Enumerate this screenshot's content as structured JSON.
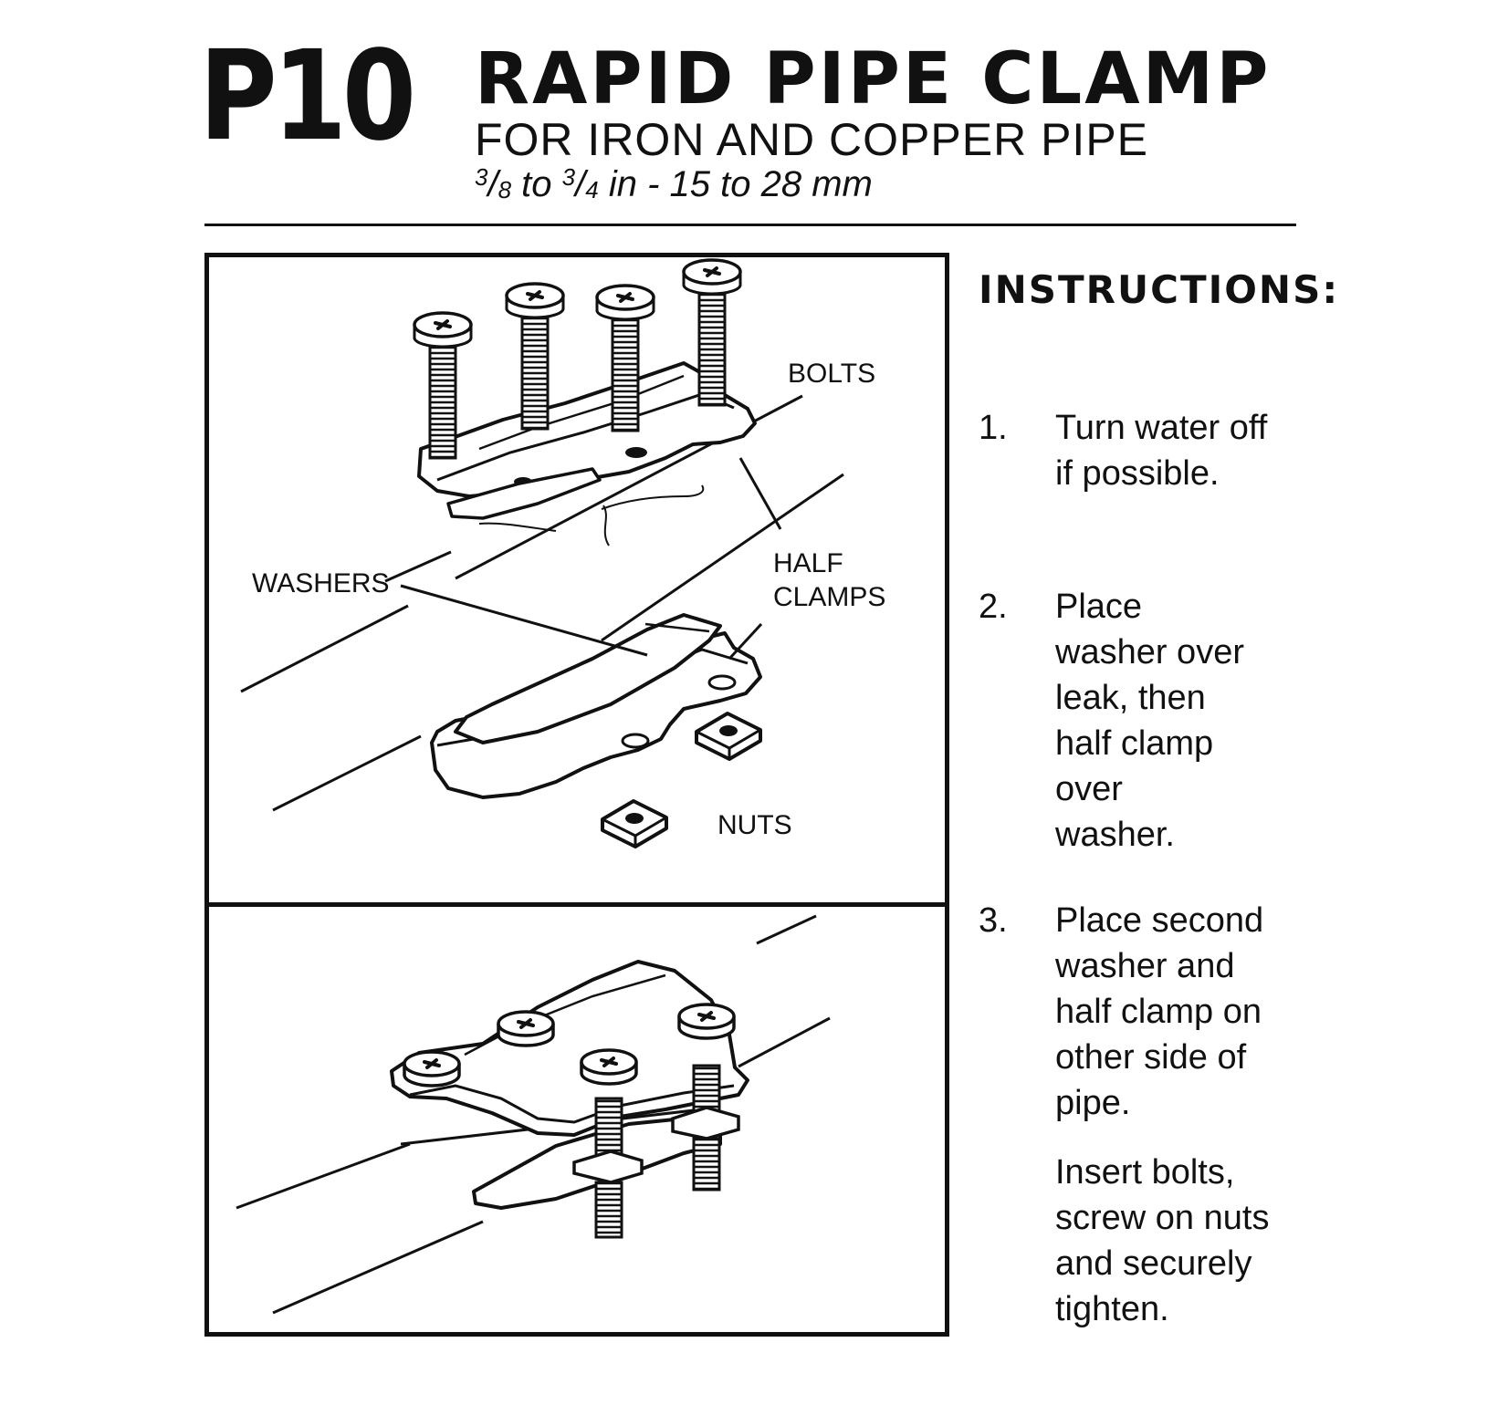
{
  "header": {
    "code": "P10",
    "title": "RAPID PIPE CLAMP",
    "subtitle": "FOR IRON AND COPPER PIPE",
    "size": {
      "min_num": "3",
      "min_den": "8",
      "to1": " to ",
      "max_num": "3",
      "max_den": "4",
      "rest": " in - 15 to 28 mm"
    }
  },
  "diagram": {
    "labels": {
      "bolts": "BOLTS",
      "washers": "WASHERS",
      "half_clamps_1": "HALF",
      "half_clamps_2": "CLAMPS",
      "nuts": "NUTS"
    }
  },
  "instructions": {
    "title": "INSTRUCTIONS:",
    "steps": [
      {
        "num": "1.",
        "text": "Turn water off if possible."
      },
      {
        "num": "2.",
        "text": "Place washer over leak, then half clamp over washer."
      },
      {
        "num": "3.",
        "text": "Place second washer and half clamp on other side of pipe."
      }
    ],
    "extra": "Insert bolts, screw on nuts and securely tighten."
  }
}
